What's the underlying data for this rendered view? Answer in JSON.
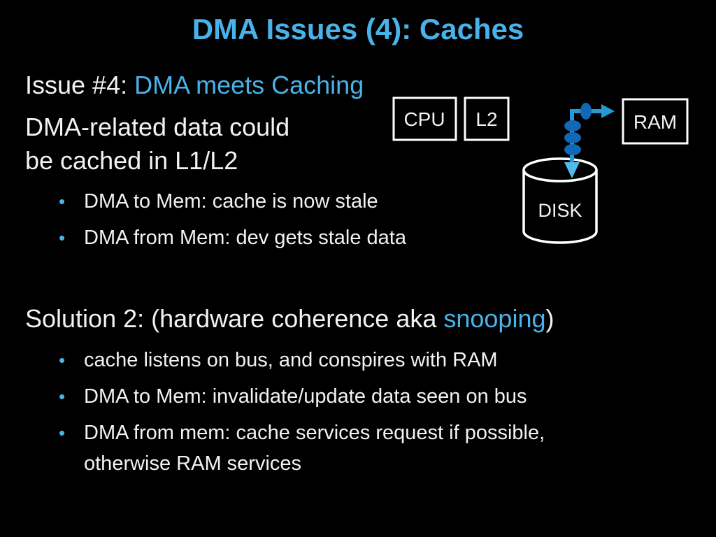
{
  "slide": {
    "title": "DMA Issues (4): Caches",
    "issue": {
      "prefix": "Issue #4: ",
      "highlight": "DMA meets Caching"
    },
    "statement_lines": [
      "DMA-related data could",
      "be cached in L1/L2"
    ],
    "bullets_issue": [
      "DMA to Mem: cache is now stale",
      "DMA from Mem: dev gets stale data"
    ],
    "solution": {
      "prefix": "Solution 2: (hardware coherence aka ",
      "highlight": "snooping",
      "suffix": ")"
    },
    "bullets_solution": [
      "cache listens on bus, and conspires with RAM",
      "DMA to Mem: invalidate/update data seen on bus",
      "DMA from mem: cache services request if possible,\notherwise RAM services"
    ]
  },
  "diagram": {
    "cpu_label": "CPU",
    "l2_label": "L2",
    "ram_label": "RAM",
    "disk_label": "DISK"
  },
  "glyphs": {
    "bullet": "•"
  },
  "colors": {
    "background": "#000000",
    "text_white": "#f2f2f2",
    "accent_blue": "#49b2e8",
    "arrow_line_blue": "#2499d8",
    "arrowhead_light_blue": "#4fbceb",
    "bead_dark_blue": "#1268b4",
    "box_border_white": "#ffffff"
  }
}
